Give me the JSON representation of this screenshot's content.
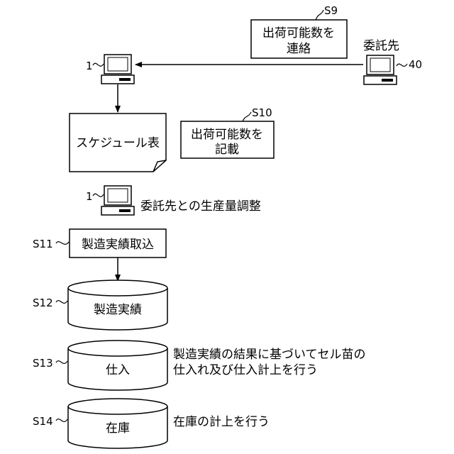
{
  "labels": {
    "s9": "S9",
    "s10": "S10",
    "s11": "S11",
    "s12": "S12",
    "s13": "S13",
    "s14": "S14",
    "pc_main": "1",
    "pc_main_2": "1",
    "pc_contractor": "40"
  },
  "boxes": {
    "notify_line1": "出荷可能数を",
    "notify_line2": "連絡",
    "record_line1": "出荷可能数を",
    "record_line2": "記載",
    "schedule": "スケジュール表",
    "import_results": "製造実績取込"
  },
  "texts": {
    "contractor": "委託先",
    "adjust": "委託先との生産量調整",
    "purchase_note_line1": "製造実績の結果に基づいてセル苗の",
    "purchase_note_line2": "仕入れ及び仕入計上を行う",
    "inventory_note": "在庫の計上を行う"
  },
  "databases": {
    "results": "製造実績",
    "purchase": "仕入",
    "inventory": "在庫"
  }
}
